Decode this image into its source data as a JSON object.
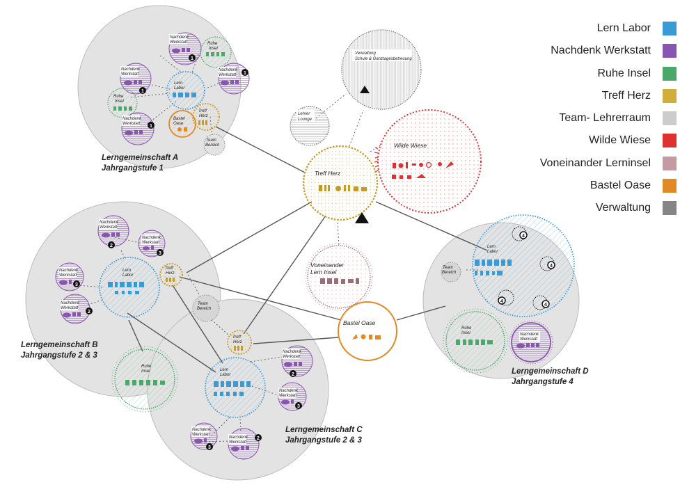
{
  "legend": [
    {
      "label": "Lern Labor",
      "color": "#3a9ad6"
    },
    {
      "label": "Nachdenk Werkstatt",
      "color": "#8a55b0"
    },
    {
      "label": "Ruhe Insel",
      "color": "#4aa86a"
    },
    {
      "label": "Treff Herz",
      "color": "#d1ad3c"
    },
    {
      "label": "Team- Lehrerraum",
      "color": "#cccccc"
    },
    {
      "label": "Wilde Wiese",
      "color": "#e03131"
    },
    {
      "label": "Voneinander Lerninsel",
      "color": "#c49aa3"
    },
    {
      "label": "Bastel Oase",
      "color": "#e08a25"
    },
    {
      "label": "Verwaltung",
      "color": "#858585"
    }
  ],
  "communities": {
    "a": {
      "name": "Lerngemeinschaft A",
      "grade": "Jahrgangstufe 1"
    },
    "b": {
      "name": "Lerngemeinschaft B",
      "grade": "Jahrgangstufe 2 & 3"
    },
    "c": {
      "name": "Lerngemeinschaft C",
      "grade": "Jahrgangstufe 2 & 3"
    },
    "d": {
      "name": "Lerngemeinschaft D",
      "grade": "Jahrgangstufe 4"
    }
  },
  "spaces": {
    "treff_herz_1": "Treff Herz",
    "treff_herz_2": "Treff",
    "treff_herz_3": "Herz",
    "wilde_wiese": "Wilde Wiese",
    "verwaltung_1": "Verwaltung",
    "verwaltung_2": "Schule & Ganztagesbetreuung",
    "lehrer_1": "Lehrer",
    "lehrer_2": "Lounge",
    "voneinander_1": "Voneinander",
    "voneinander_2": "Lern Insel",
    "bastel_oase": "Bastel Oase",
    "bastel_1": "Bastel",
    "bastel_2": "Oase",
    "lern_1": "Lern",
    "labor": "Labor",
    "nachdenk": "Nachdenk",
    "werkstatt": "Werkstatt",
    "ruhe": "Ruhe",
    "insel": "Insel",
    "team": "Team",
    "bereich": "Bereich"
  },
  "numbers": {
    "one": "1",
    "two": "2",
    "three": "3",
    "four": "4"
  }
}
